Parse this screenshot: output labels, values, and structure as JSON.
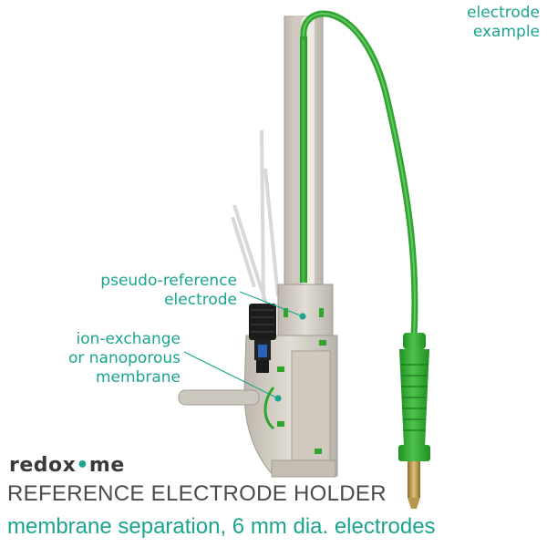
{
  "labels": {
    "electrode_example": "electrode\nexample",
    "pseudo_reference": "pseudo-reference\nelectrode",
    "membrane": "ion-exchange\nor nanoporous\nmembrane"
  },
  "brand": {
    "prefix": "redox",
    "dot": "•",
    "suffix": "me"
  },
  "title": "REFERENCE ELECTRODE HOLDER",
  "subtitle": "membrane separation, 6 mm dia. electrodes",
  "colors": {
    "accent": "#1aa58e",
    "cable": "#2fa52f",
    "body": "#d9d4cb",
    "title": "#4a4a4a"
  },
  "icons": {
    "brand_dot": "filled-circle"
  }
}
